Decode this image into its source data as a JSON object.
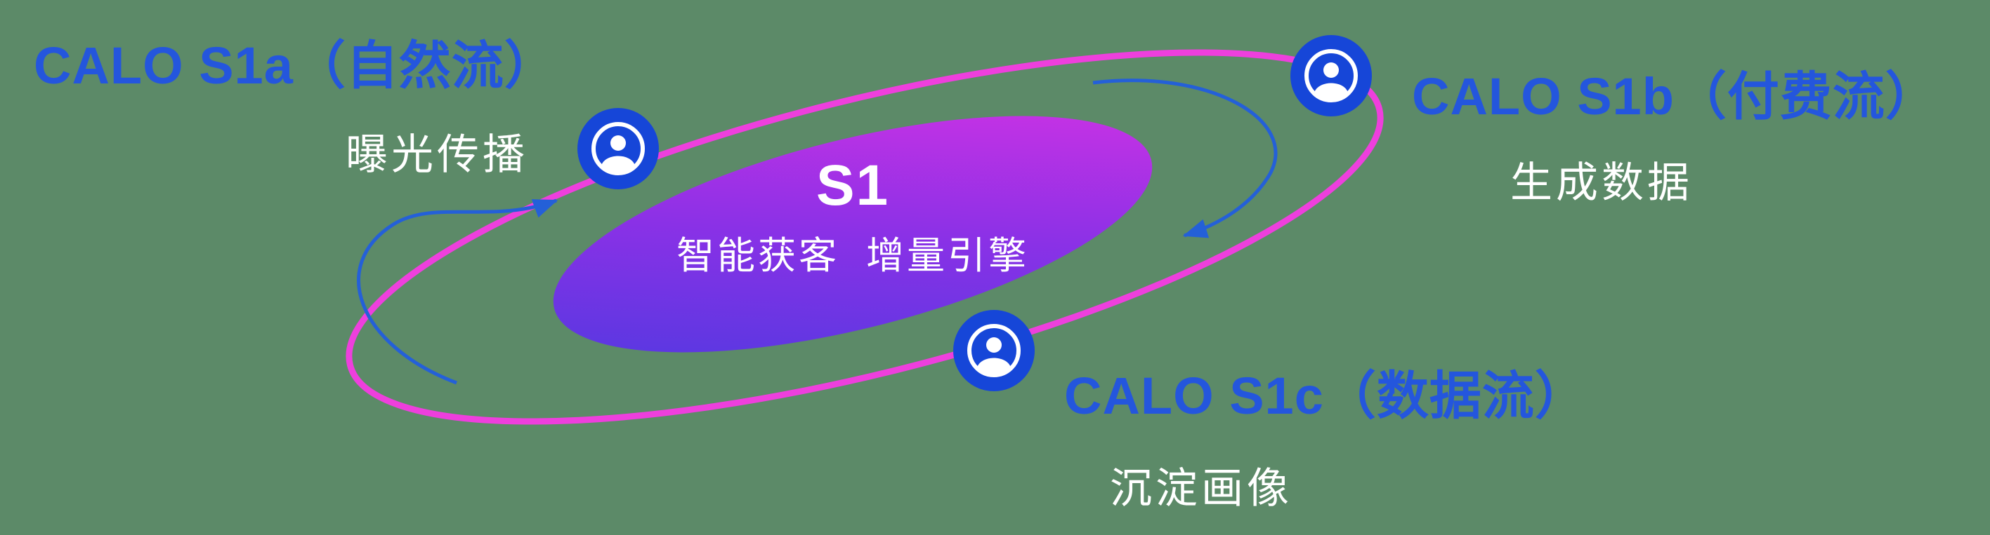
{
  "canvas": {
    "background": "#5c8a68"
  },
  "colors": {
    "accent_blue": "#2456dd",
    "node_blue": "#1646d8",
    "orbit_pink": "#ee3fdd",
    "arrow_blue": "#2460d8",
    "gradient_start": "#4b3ae0",
    "gradient_mid": "#8a31e6",
    "gradient_end": "#d932e4",
    "text_white": "#ffffff"
  },
  "core": {
    "title": "S1",
    "subtitle": "智能获客  增量引擎"
  },
  "nodes": [
    {
      "id": "calo-s1a",
      "label": "CALO S1a（自然流）",
      "sublabel": "曝光传播"
    },
    {
      "id": "calo-s1b",
      "label": "CALO S1b（付费流）",
      "sublabel": "生成数据"
    },
    {
      "id": "calo-s1c",
      "label": "CALO S1c（数据流）",
      "sublabel": "沉淀画像"
    }
  ]
}
